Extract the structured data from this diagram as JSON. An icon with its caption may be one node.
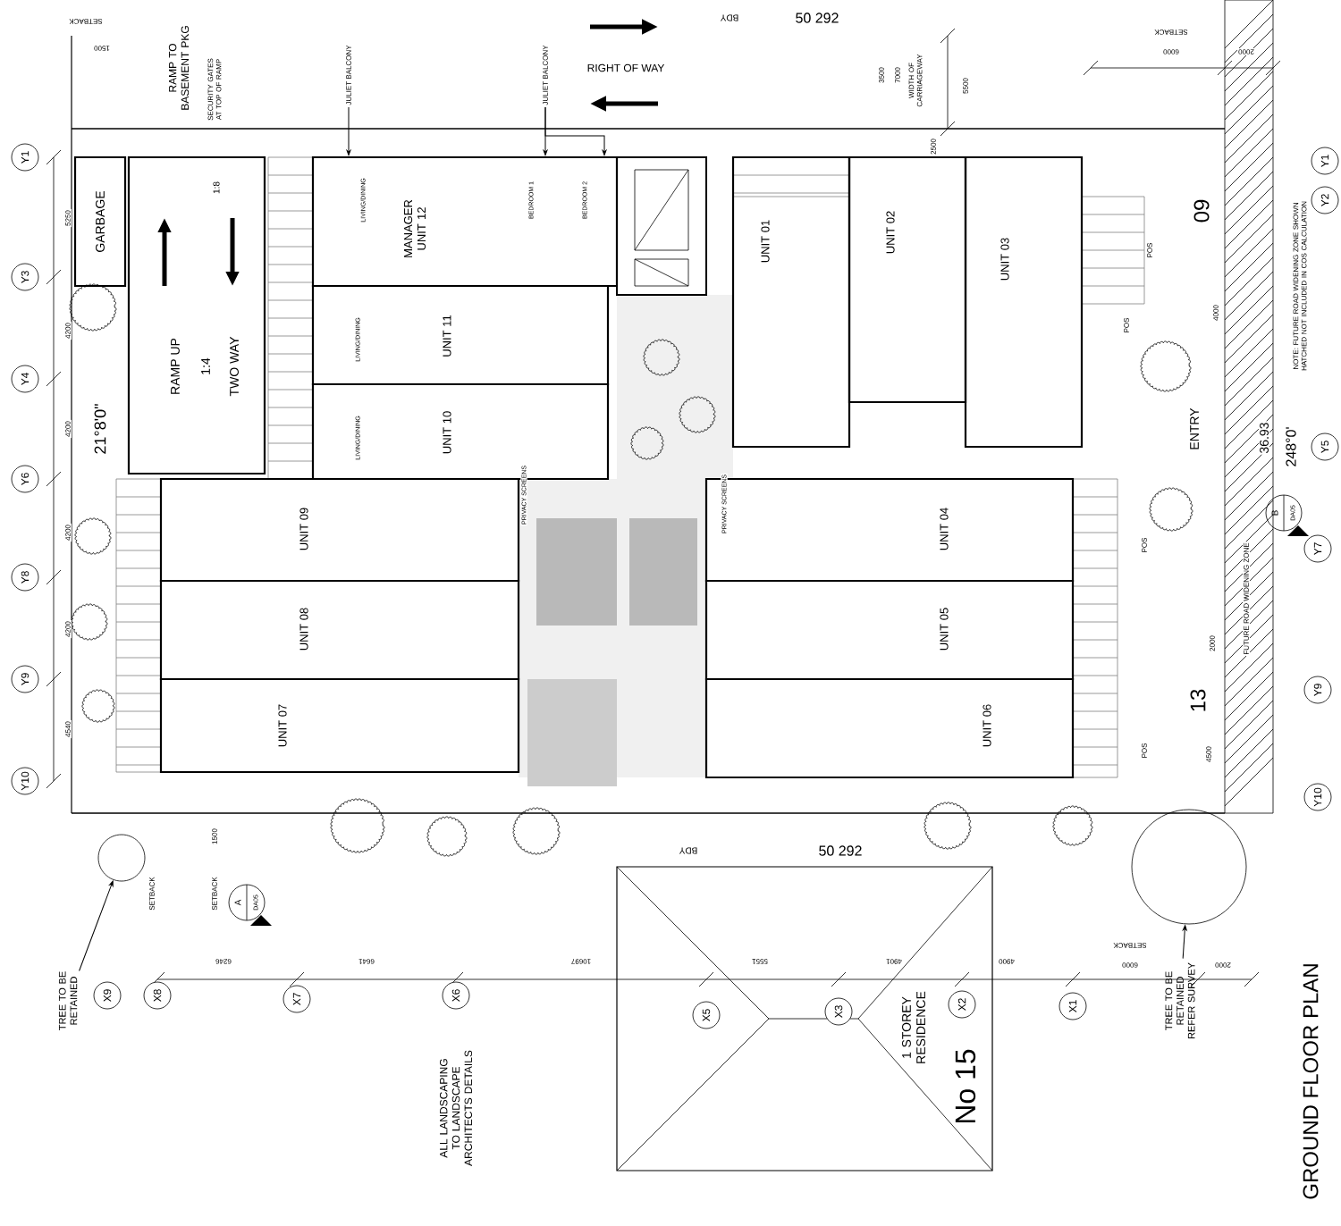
{
  "diagram": {
    "title": "GROUND FLOOR PLAN",
    "nodes": [
      {
        "text": [
          "GARBAGE"
        ]
      },
      {
        "text": [
          "RAMP UP",
          "1:4",
          "TWO WAY"
        ]
      },
      {
        "text": [
          "MANAGER UNIT 12"
        ]
      },
      {
        "text": [
          "UNIT 11"
        ]
      },
      {
        "text": [
          "UNIT 10"
        ]
      },
      {
        "text": [
          "UNIT 01"
        ]
      },
      {
        "text": [
          "UNIT 02"
        ]
      },
      {
        "text": [
          "UNIT 03"
        ]
      },
      {
        "text": [
          "UNIT 09"
        ]
      },
      {
        "text": [
          "UNIT 04"
        ]
      },
      {
        "text": [
          "UNIT 08"
        ]
      },
      {
        "text": [
          "UNIT 05"
        ]
      },
      {
        "text": [
          "UNIT 07"
        ]
      },
      {
        "text": [
          "UNIT 06"
        ]
      },
      {
        "text": [
          "1 STOREY RESIDENCE",
          "No 15"
        ]
      },
      {
        "text": [
          "TREE TO BE RETAINED"
        ]
      },
      {
        "text": [],
        "shape": "circle"
      },
      {
        "text": [
          "TREE TO BE RETAINED REFER SURVEY"
        ]
      },
      {
        "text": [],
        "shape": "circle"
      },
      {
        "text": [
          "JULIET BALCONY"
        ]
      },
      {
        "text": [
          "JULIET BALCONY"
        ]
      }
    ],
    "edges": [
      {
        "from": 15,
        "to": 16,
        "arrow": "to"
      },
      {
        "from": 17,
        "to": 18,
        "arrow": "to"
      },
      {
        "from": 19,
        "to": 2,
        "arrow": "to"
      },
      {
        "from": 20,
        "to": 2,
        "arrow": "to"
      },
      {
        "from": 20,
        "to": 2,
        "arrow": "to"
      }
    ],
    "labels": [
      "SETBACK",
      "1500",
      "RAMP TO BASEMENT PKG",
      "SECURITY GATES AT TOP OF RAMP",
      "RIGHT OF WAY",
      "BDY",
      "50 292",
      "3500",
      "7000",
      "WIDTH OF CARRIAGEWAY",
      "5500",
      "SETBACK",
      "6000",
      "2000",
      "NOTE: FUTURE ROAD WIDENING ZONE SHOWN HATCHED NOT INCLUDED IN COS CALCULATION",
      "Y1",
      "Y2",
      "2500",
      "1:8",
      "LIVING/DINING",
      "BEDROOM 1",
      "BEDROOM 2",
      "LIVING/DINING",
      "LIVING/DINING",
      "09",
      "POS",
      "4000",
      "POS",
      "ENTRY",
      "36.93",
      "248°0'",
      "Y5",
      "PRIVACY SCREENS",
      "PRIVACY SCREENS",
      "B",
      "DA05",
      "POS",
      "Y7",
      "FUTURE ROAD WIDENING ZONE",
      "2000",
      "13",
      "POS",
      "4500",
      "Y9",
      "Y10",
      "Y1",
      "5250",
      "Y3",
      "4200",
      "Y4",
      "21°8'0\"",
      "4200",
      "Y6",
      "4200",
      "Y8",
      "4200",
      "Y9",
      "4540",
      "Y10",
      "SETBACK",
      "1500",
      "SETBACK",
      "A",
      "DA05",
      "6246",
      "X9",
      "X8",
      "X7",
      "6641",
      "ALL LANDSCAPING TO LANDSCAPE ARCHITECTS DETAILS",
      "X6",
      "10697",
      "BDY",
      "50 292",
      "X5",
      "5551",
      "X3",
      "4901",
      "X2",
      "4900",
      "X1",
      "SETBACK",
      "6000",
      "2000"
    ]
  }
}
